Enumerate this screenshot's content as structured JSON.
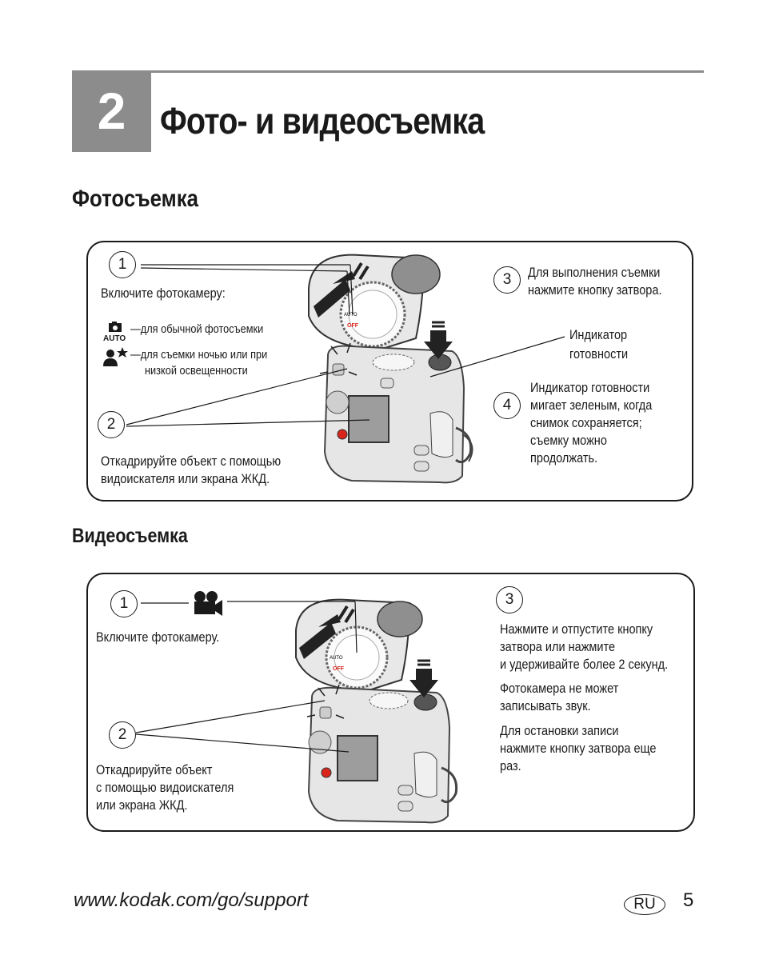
{
  "chapter": {
    "number": "2",
    "title": "Фото- и видеосъемка"
  },
  "photo_section": {
    "heading": "Фотосъемка",
    "step1_number": "1",
    "step1_text": "Включите фотокамеру:",
    "mode_auto_label": "AUTO",
    "mode_normal": "—для обычной фотосъемки",
    "mode_night_line1": "—для съемки ночью или  при",
    "mode_night_line2": "низкой освещенности",
    "step2_number": "2",
    "step2_line1": "Откадрируйте объект с помощью",
    "step2_line2": "видоискателя или экрана ЖКД.",
    "step3_number": "3",
    "step3_line1": "Для выполнения съемки",
    "step3_line2": "нажмите кнопку затвора.",
    "ready_line1": "Индикатор",
    "ready_line2": "готовности",
    "step4_number": "4",
    "step4_lines": [
      "Индикатор готовности",
      "мигает зеленым, когда",
      "снимок сохраняется;",
      "съемку можно",
      "продолжать."
    ]
  },
  "video_section": {
    "heading": "Видеосъемка",
    "step1_number": "1",
    "step1_text": "Включите фотокамеру.",
    "step2_number": "2",
    "step2_lines": [
      "Откадрируйте объект",
      "с помощью видоискателя",
      "или экрана ЖКД."
    ],
    "step3_number": "3",
    "step3_para1": [
      "Нажмите и отпустите кнопку",
      "затвора или нажмите",
      "и удерживайте более 2 секунд."
    ],
    "step3_para2": [
      "Фотокамера не может",
      "записывать звук."
    ],
    "step3_para3": [
      "Для остановки записи",
      "нажмите кнопку затвора еще",
      "раз."
    ]
  },
  "dial_labels": {
    "auto": "AUTO",
    "off": "OFF"
  },
  "footer": {
    "url": "www.kodak.com/go/support",
    "lang": "RU",
    "page": "5"
  },
  "colors": {
    "chapter_box": "#8c8c8c",
    "rule": "#8a8a8a",
    "red_accent": "#d9261c"
  }
}
